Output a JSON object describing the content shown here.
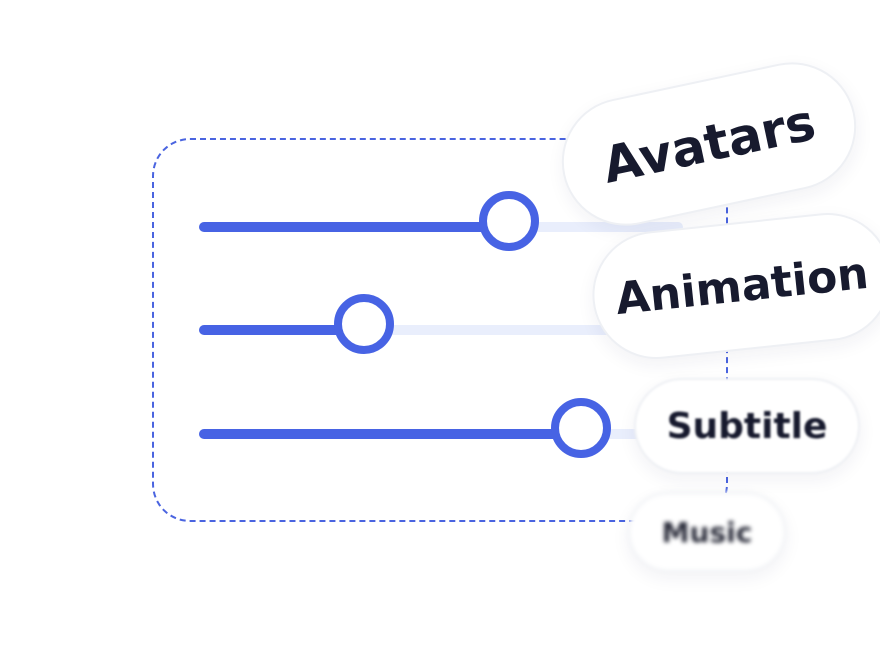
{
  "sliders": [
    {
      "name": "slider-avatars",
      "value": 0.64
    },
    {
      "name": "slider-animation",
      "value": 0.34
    },
    {
      "name": "slider-subtitle",
      "value": 0.79
    }
  ],
  "tags": {
    "avatars": "Avatars",
    "animation": "Animation",
    "subtitle": "Subtitle",
    "music": "Music"
  },
  "colors": {
    "accent": "#4763e4",
    "track": "#e9eefc",
    "frame_border": "#4a64e0",
    "text": "#171a2e"
  }
}
